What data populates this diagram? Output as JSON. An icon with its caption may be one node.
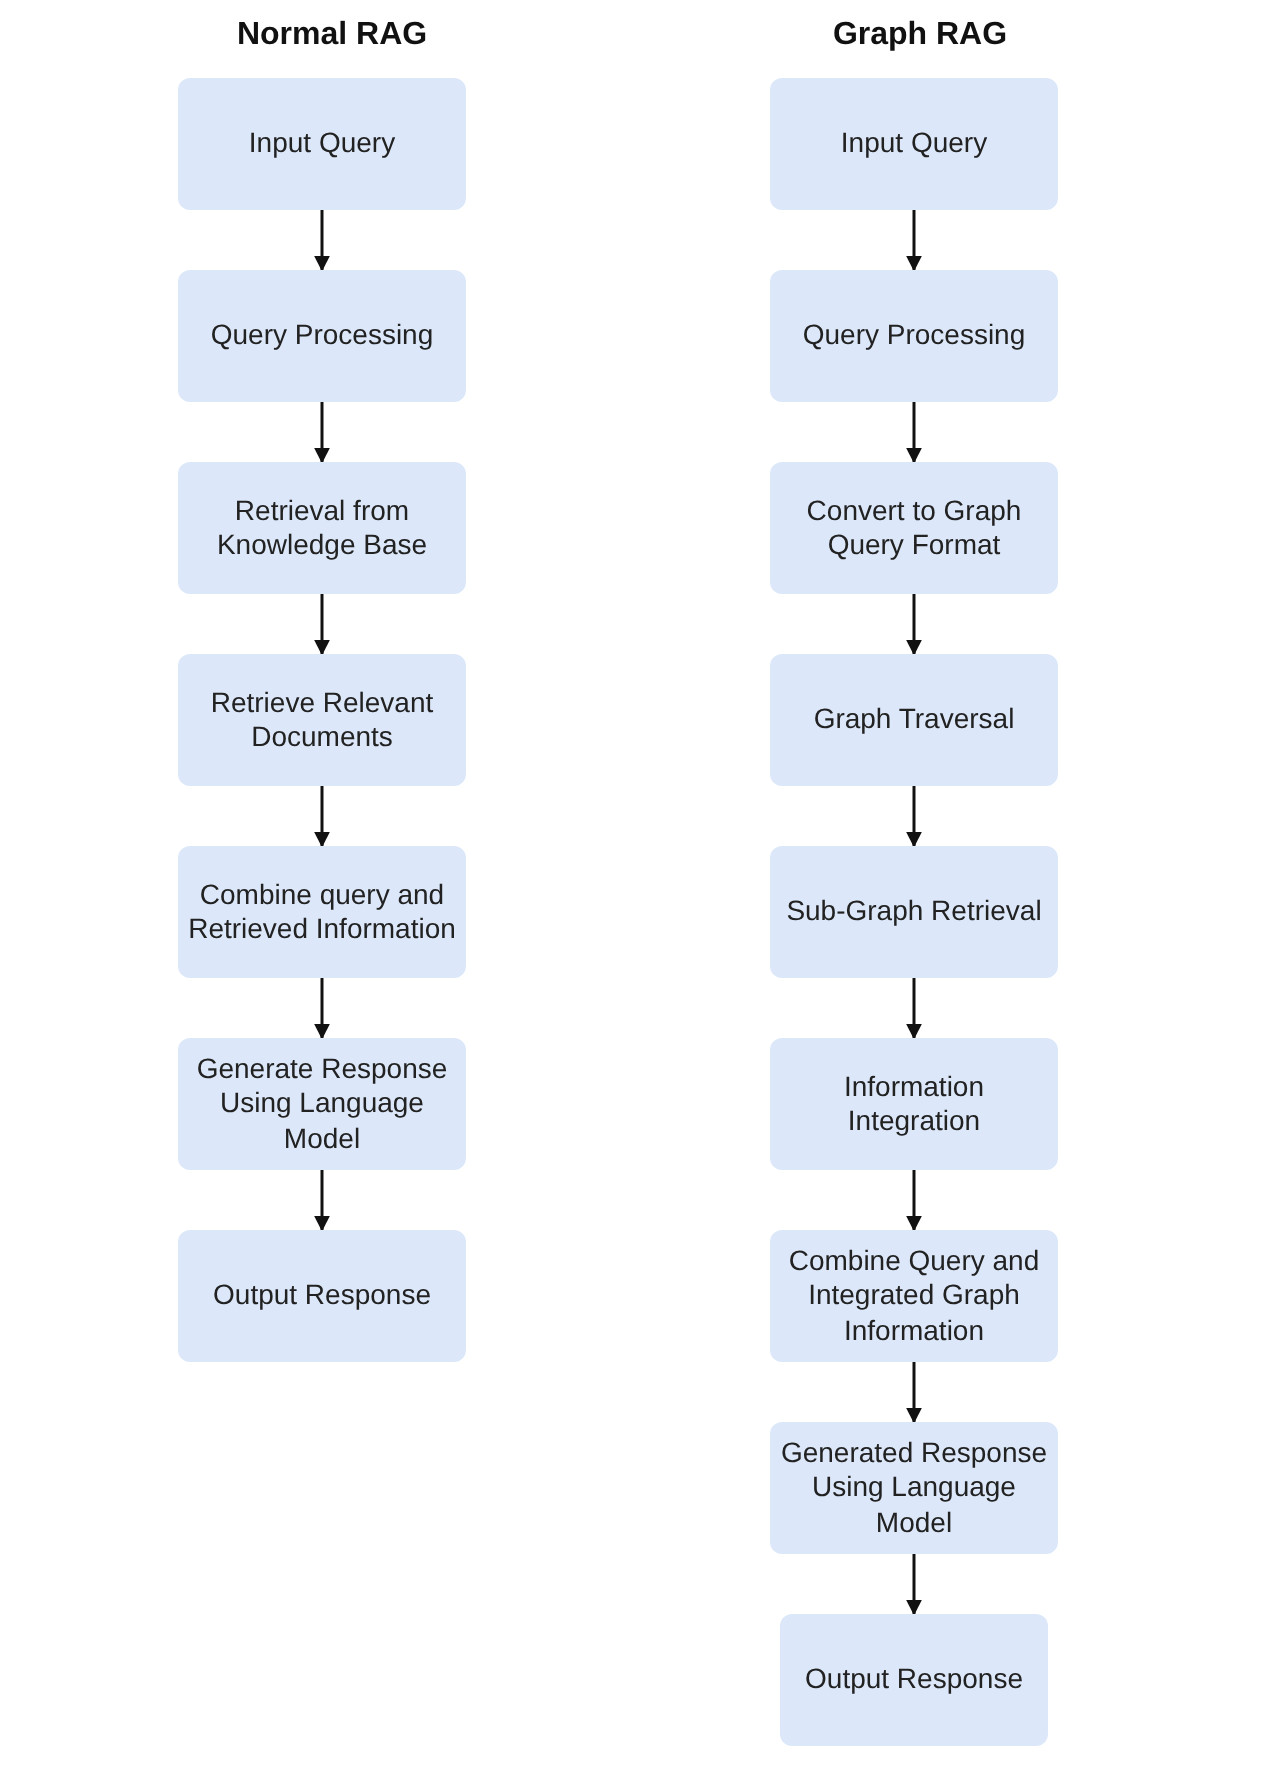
{
  "diagram": {
    "nodes": [
      {
        "text": [
          "Input Query"
        ]
      },
      {
        "text": [
          "Query Processing"
        ]
      },
      {
        "text": [
          "Retrieval from Knowledge Base"
        ]
      },
      {
        "text": [
          "Retrieve Relevant Documents"
        ]
      },
      {
        "text": [
          "Combine query and Retrieved Information"
        ]
      },
      {
        "text": [
          "Generate Response Using Language Model"
        ]
      },
      {
        "text": [
          "Output Response"
        ]
      },
      {
        "text": [
          "Input Query"
        ]
      },
      {
        "text": [
          "Query Processing"
        ]
      },
      {
        "text": [
          "Convert to Graph Query Format"
        ]
      },
      {
        "text": [
          "Graph Traversal"
        ]
      },
      {
        "text": [
          "Sub-Graph Retrieval"
        ]
      },
      {
        "text": [
          "Information Integration"
        ]
      },
      {
        "text": [
          "Combine Query and Integrated Graph Information"
        ]
      },
      {
        "text": [
          "Generated Response Using Language Model"
        ]
      },
      {
        "text": [
          "Output Response"
        ]
      }
    ],
    "edges": [
      {
        "from": 0,
        "to": 1,
        "arrow": "to"
      },
      {
        "from": 1,
        "to": 2,
        "arrow": "to"
      },
      {
        "from": 2,
        "to": 3,
        "arrow": "to"
      },
      {
        "from": 3,
        "to": 4,
        "arrow": "to"
      },
      {
        "from": 4,
        "to": 5,
        "arrow": "to"
      },
      {
        "from": 5,
        "to": 6,
        "arrow": "to"
      },
      {
        "from": 7,
        "to": 8,
        "arrow": "to"
      },
      {
        "from": 8,
        "to": 9,
        "arrow": "to"
      },
      {
        "from": 9,
        "to": 10,
        "arrow": "to"
      },
      {
        "from": 10,
        "to": 11,
        "arrow": "to"
      },
      {
        "from": 11,
        "to": 12,
        "arrow": "to"
      },
      {
        "from": 12,
        "to": 13,
        "arrow": "to"
      },
      {
        "from": 13,
        "to": 14,
        "arrow": "to"
      },
      {
        "from": 14,
        "to": 15,
        "arrow": "to"
      }
    ],
    "labels": [
      "Normal RAG",
      "Graph RAG"
    ]
  }
}
